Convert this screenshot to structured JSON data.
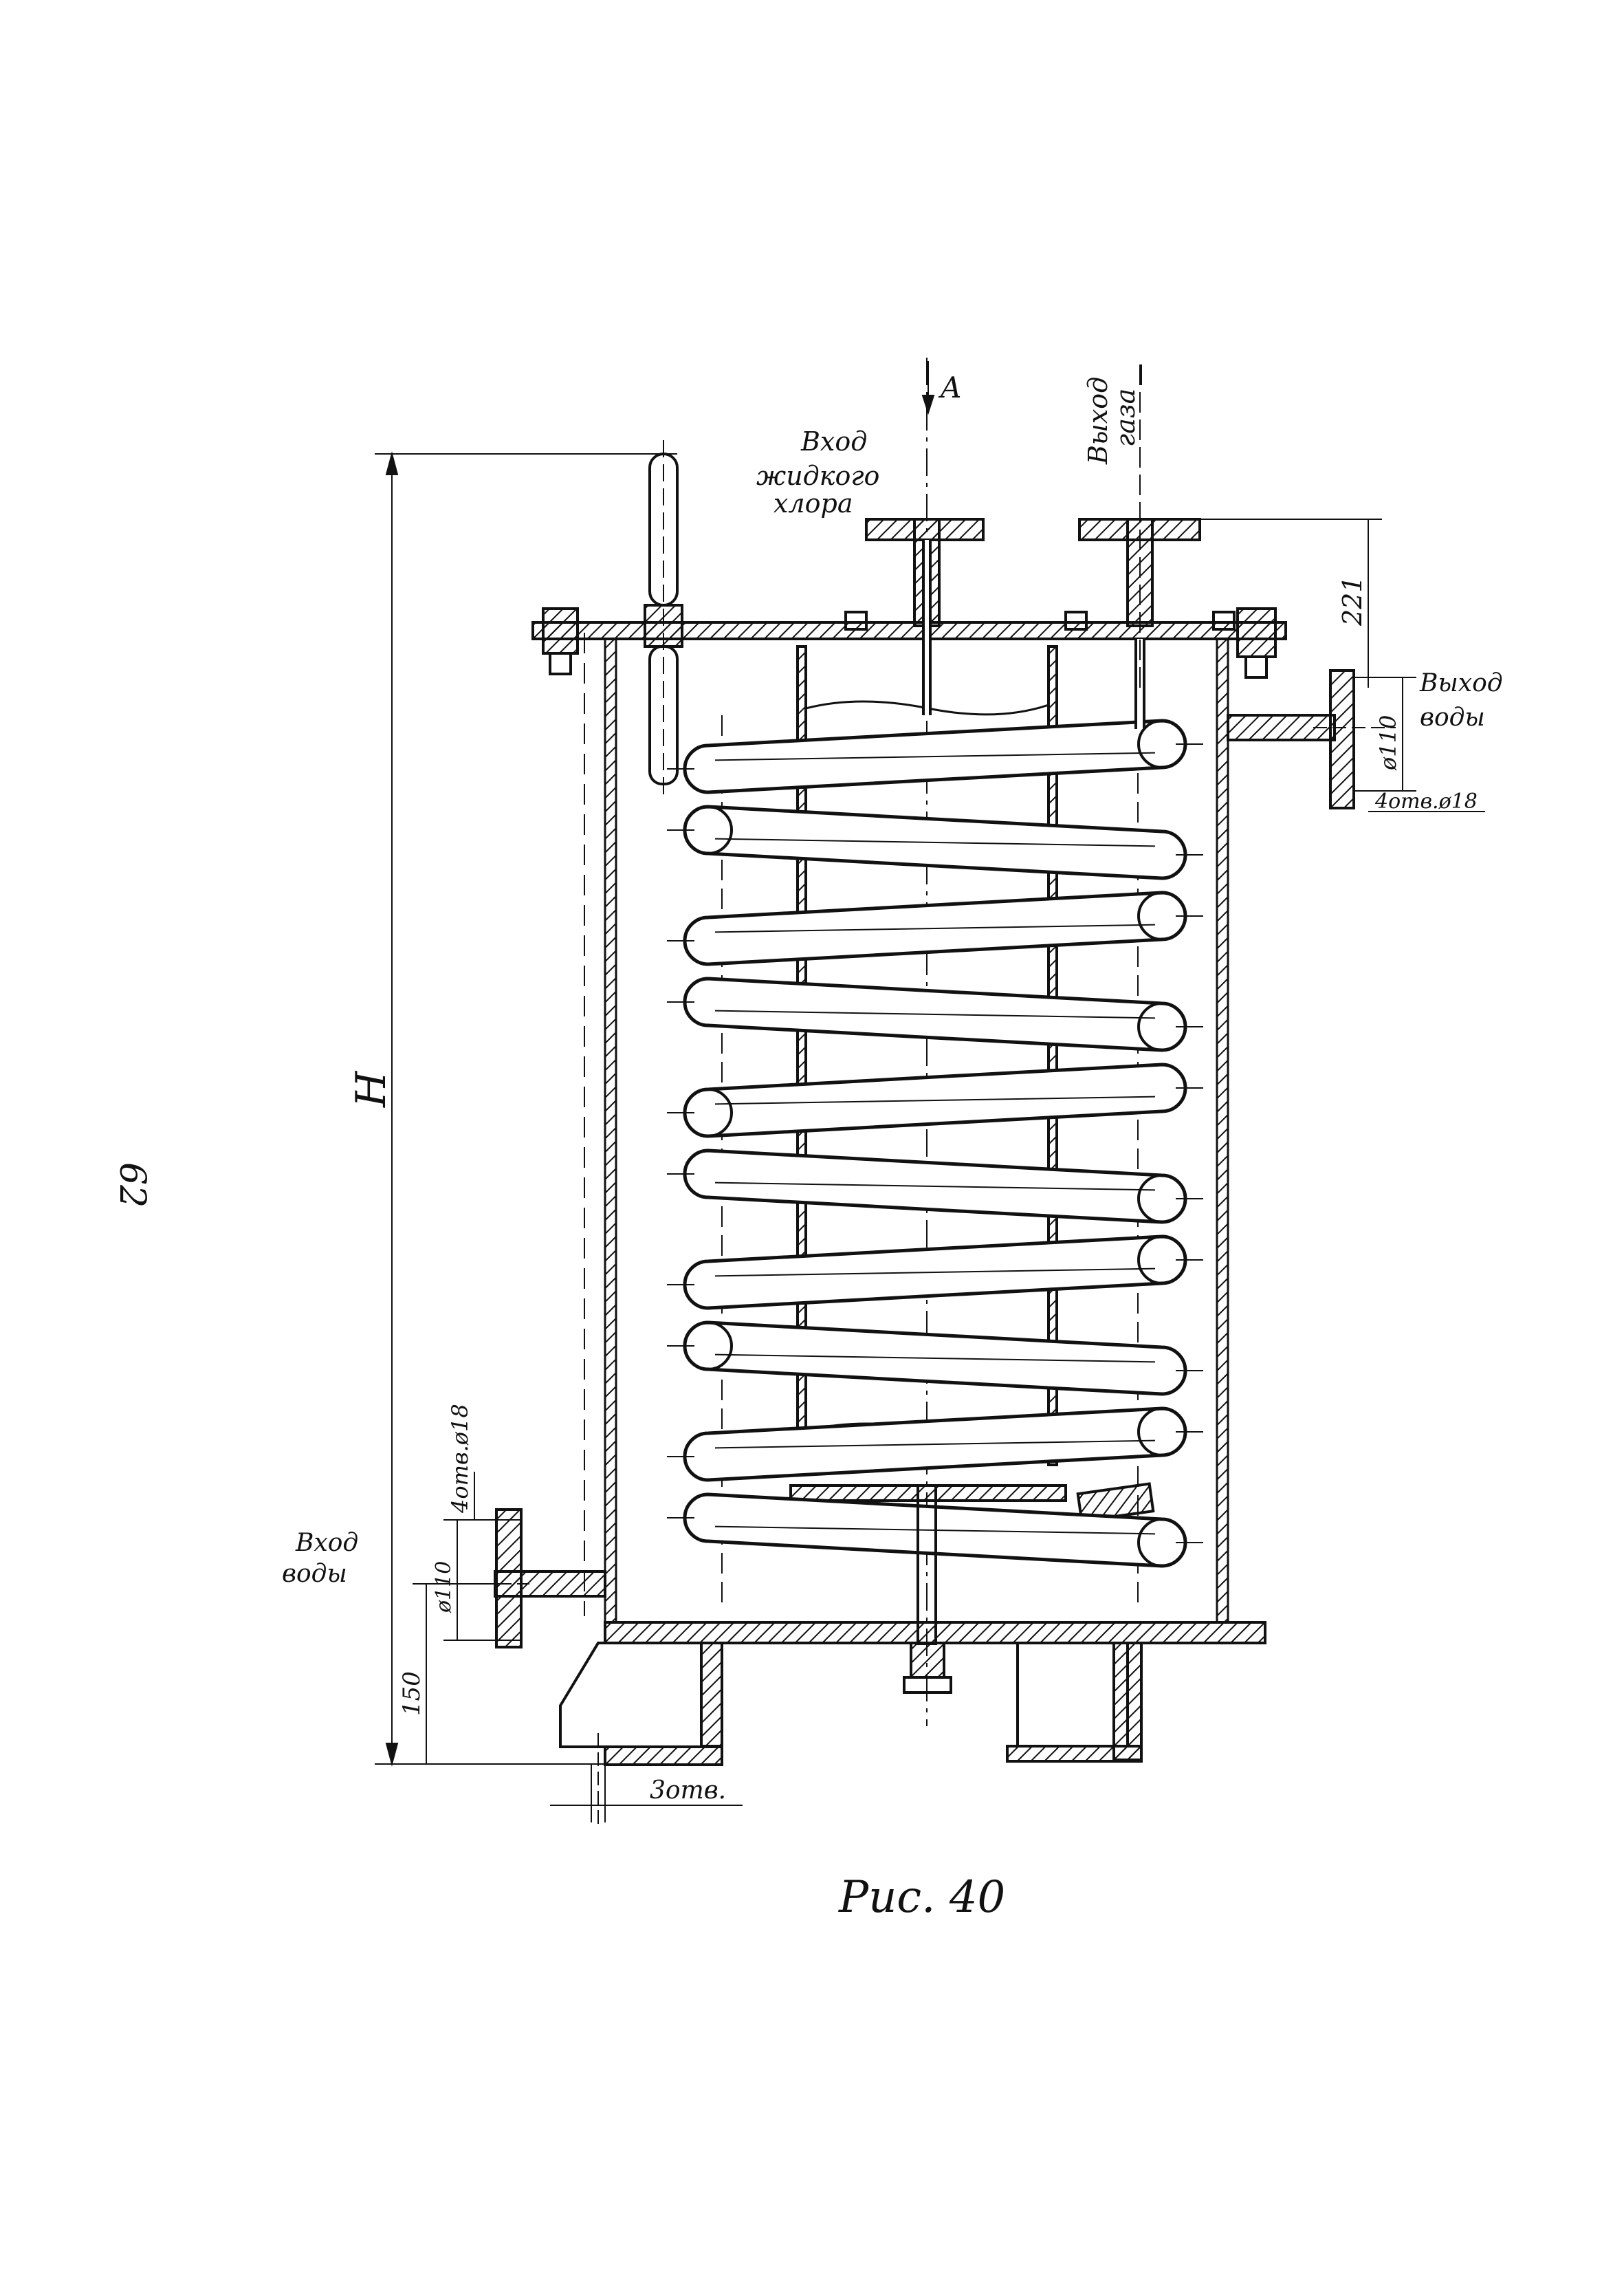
{
  "page_number": "62",
  "section_marker": "A",
  "figure_caption": "Рис. 40",
  "labels": {
    "chlorine_inlet": [
      "Вход",
      "жидкого",
      "хлора"
    ],
    "gas_outlet": [
      "Выход",
      "газа"
    ],
    "water_outlet": [
      "Выход",
      "воды"
    ],
    "water_inlet": [
      "Вход",
      "воды"
    ]
  },
  "dimensions": {
    "height": "H",
    "top_nozzle": "221",
    "bottom_nozzle_height": "150",
    "outlet_diameter": "ø110",
    "inlet_diameter": "ø110",
    "outlet_holes": "4отв.ø18",
    "inlet_holes": "4отв.ø18",
    "support_holes": "3отв."
  },
  "colors": {
    "ink": "#111111",
    "paper": "#ffffff"
  }
}
